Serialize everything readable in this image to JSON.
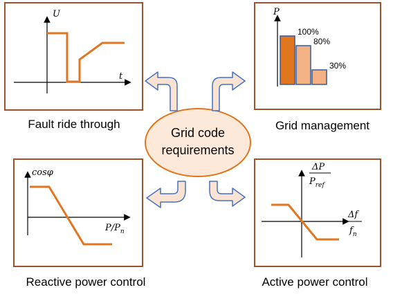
{
  "center": {
    "line1": "Grid code",
    "line2": "requirements"
  },
  "panels": {
    "fault_ride_through": {
      "caption": "Fault ride through",
      "y_axis_label": "U",
      "x_axis_label": "t"
    },
    "grid_management": {
      "caption": "Grid management",
      "y_axis_label": "P",
      "bars": [
        {
          "label": "100%",
          "level": 1.0
        },
        {
          "label": "80%",
          "level": 0.8
        },
        {
          "label": "30%",
          "level": 0.3
        }
      ]
    },
    "reactive_power_control": {
      "caption": "Reactive power control",
      "y_axis_label": "cosφ",
      "x_axis_label_main": "P/P",
      "x_axis_label_sub": "n"
    },
    "active_power_control": {
      "caption": "Active power control",
      "y_axis_num": "ΔP",
      "y_axis_den_main": "P",
      "y_axis_den_sub": "ref",
      "x_axis_num": "Δf",
      "x_axis_den_main": "f",
      "x_axis_den_sub": "n"
    }
  },
  "colors": {
    "panel_border": "#a0522d",
    "curve": "#e0761f",
    "bar_fill_dark": "#e0761f",
    "bar_fill_light": "#f4b183",
    "bar_stroke": "#2e5fa3",
    "arrow_fill": "#fbe3d4",
    "arrow_stroke": "#4472c4",
    "ellipse_fill": "#fde9d9",
    "ellipse_stroke": "#e0761f"
  }
}
